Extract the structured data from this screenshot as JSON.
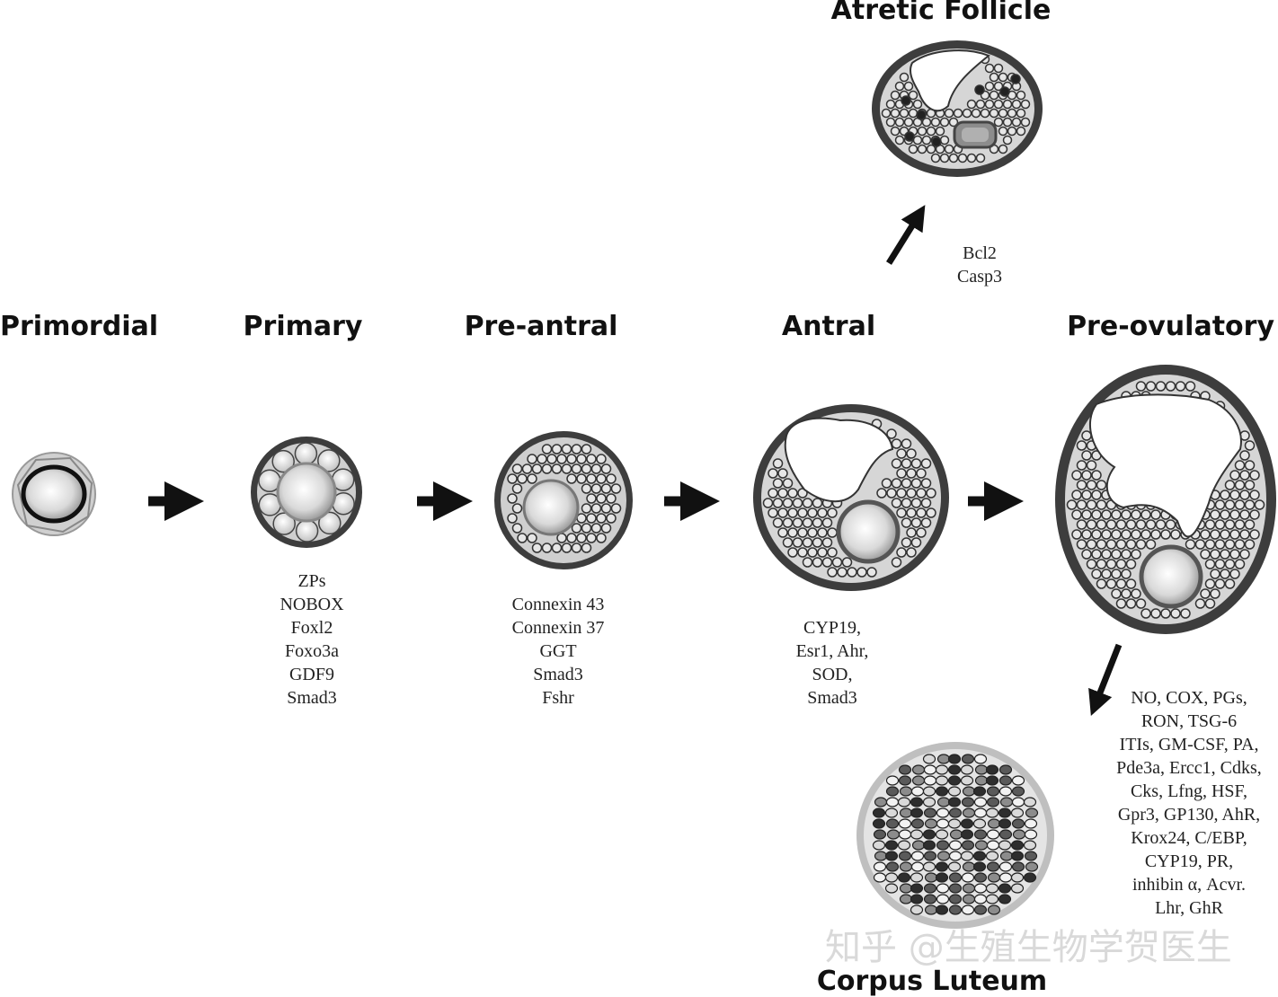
{
  "stages": [
    {
      "id": "primordial",
      "title": "Primordial",
      "genes": []
    },
    {
      "id": "primary",
      "title": "Primary",
      "genes": [
        "ZPs",
        "NOBOX",
        "Foxl2",
        "Foxo3a",
        "GDF9",
        "Smad3"
      ]
    },
    {
      "id": "preantral",
      "title": "Pre-antral",
      "genes": [
        "Connexin 43",
        "Connexin 37",
        "GGT",
        "Smad3",
        "Fshr"
      ]
    },
    {
      "id": "antral",
      "title": "Antral",
      "genes": [
        "CYP19,",
        "Esr1, Ahr,",
        "SOD,",
        "Smad3"
      ]
    },
    {
      "id": "preovulatory",
      "title": "Pre-ovulatory",
      "genes": []
    }
  ],
  "atretic": {
    "title": "Atretic Follicle",
    "genes": [
      "Bcl2",
      "Casp3"
    ]
  },
  "corpus_luteum": {
    "title": "Corpus Luteum",
    "genes": [
      "NO, COX, PGs,",
      "RON, TSG-6",
      "ITIs, GM-CSF, PA,",
      "Pde3a, Ercc1, Cdks,",
      "Cks, Lfng,  HSF,",
      "Gpr3, GP130, AhR,",
      "Krox24, C/EBP,",
      "CYP19,  PR,",
      "inhibin α, Acvr.",
      "Lhr, GhR"
    ]
  },
  "watermark": "知乎 @生殖生物学贺医生",
  "colors": {
    "ring": "#3d3d3d",
    "cell": "#e6e6e6",
    "antrum": "#ffffff",
    "granulosa_bg": "#d9d9d9",
    "text": "#111111"
  }
}
